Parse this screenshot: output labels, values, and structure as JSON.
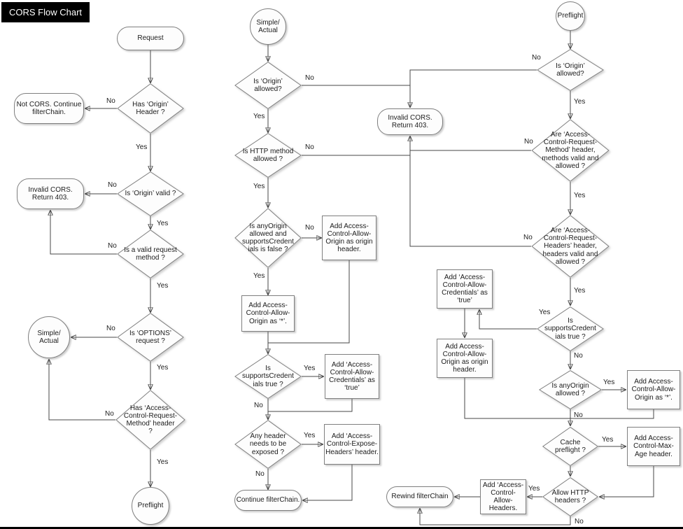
{
  "title": "CORS Flow Chart",
  "nodes": {
    "request": "Request",
    "has_origin_header": "Has ‘Origin’\nHeader ?",
    "not_cors": "Not CORS. Continue\nfilterChain.",
    "is_origin_valid": "Is ‘Origin’ valid ?",
    "invalid_cors_left": "Invalid CORS.\nReturn 403.",
    "is_valid_method": "Is a valid request\nmethod ?",
    "simple_actual_left": "Simple/\nActual",
    "is_options_request": "Is ‘OPTIONS’\nrequest ?",
    "has_acrm_header": "Has ‘Access-\nControl-Request-\nMethod’ header\n?",
    "preflight_left": "Preflight",
    "simple_actual_mid": "Simple/\nActual",
    "m_origin_allowed": "Is ‘Origin’\nallowed?",
    "invalid_cors_mid": "Invalid CORS.\nReturn 403.",
    "m_http_method": "Is HTTP method\nallowed ?",
    "m_anyorigin_cred": "Is anyOrigin\nallowed and\nsupportsCredent\nials is false ?",
    "m_add_origin_header": "Add Access-\nControl-Allow-\nOrigin as origin\nheader.",
    "m_add_star": "Add Access-\nControl-Allow-\nOrigin as ‘*’.",
    "m_supports_cred": "Is\nsupportsCredent\nials true ?",
    "m_add_credentials": "Add ‘Access-\nControl-Allow-\nCredentials’ as\n‘true’",
    "m_any_header_exposed": "Any header\nneeds to be\nexposed ?",
    "m_add_expose": "Add ‘Access-\nControl-Expose-\nHeaders’ header.",
    "continue_filter_chain": "Continue filterChain.",
    "preflight_top": "Preflight",
    "r_origin_allowed": "Is ‘Origin’\nallowed?",
    "r_method_valid": "Are ‘Access-\nControl-Request-\nMethod’ header,\nmethods valid and\nallowed ?",
    "r_headers_valid": "Are ‘Access-\nControl-Request-\nHeaders’ header,\nheaders valid and\nallowed ?",
    "r_add_credentials": "Add ‘Access-\nControl-Allow-\nCredentials’ as\n‘true’",
    "r_supports_cred": "Is\nsupportsCredent\nials true ?",
    "r_add_origin_header": "Add Access-\nControl-Allow-\nOrigin as origin\nheader.",
    "r_anyorigin": "Is anyOrigin\nallowed ?",
    "r_add_star": "Add Access-\nControl-Allow-\nOrigin as ‘*’.",
    "r_cache_preflight": "Cache\npreflight ?",
    "r_add_max_age": "Add Access-\nControl-Max-\nAge header.",
    "r_allow_http_headers": "Allow HTTP\nheaders ?",
    "r_add_allow_headers": "Add ‘Access-\nControl-\nAllow-\nHeaders.",
    "rewind_filter_chain": "Rewind filterChain"
  },
  "edge_labels": {
    "has_origin_no": "No",
    "has_origin_yes": "Yes",
    "origin_valid_no": "No",
    "origin_valid_yes": "Yes",
    "valid_method_no": "No",
    "valid_method_yes": "Yes",
    "is_options_no": "No",
    "is_options_yes": "Yes",
    "has_acrm_no": "No",
    "has_acrm_yes": "Yes",
    "m_origin_no": "No",
    "m_origin_yes": "Yes",
    "m_http_no": "No",
    "m_http_yes": "Yes",
    "m_anyorigin_no": "No",
    "m_anyorigin_yes": "Yes",
    "m_cred_yes": "Yes",
    "m_cred_no": "No",
    "m_expose_yes": "Yes",
    "m_expose_no": "No",
    "r_origin_no": "No",
    "r_origin_yes": "Yes",
    "r_method_no": "No",
    "r_method_yes": "Yes",
    "r_headers_no": "No",
    "r_headers_yes": "Yes",
    "r_cred_yes": "Yes",
    "r_cred_no": "No",
    "r_anyorigin_yes": "Yes",
    "r_anyorigin_no": "No",
    "r_cache_yes": "Yes",
    "r_allowhttp_yes": "Yes",
    "r_allowhttp_no": "No"
  }
}
